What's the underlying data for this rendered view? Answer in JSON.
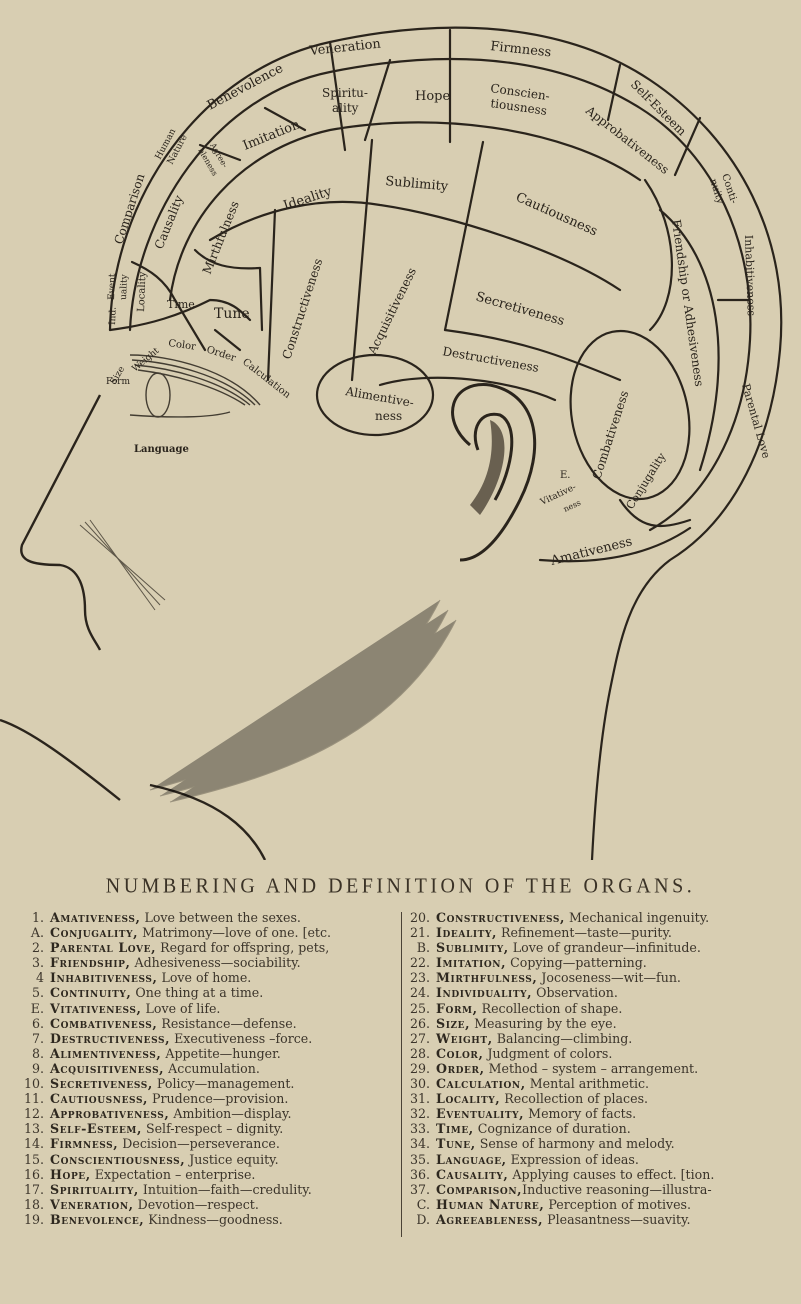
{
  "diagram": {
    "organs_on_head": [
      {
        "id": "veneration",
        "label": "Veneration"
      },
      {
        "id": "firmness",
        "label": "Firmness"
      },
      {
        "id": "benevolence",
        "label": "Benevolence"
      },
      {
        "id": "spirituality",
        "label_line1": "Spiritu-",
        "label_line2": "ality"
      },
      {
        "id": "hope",
        "label": "Hope"
      },
      {
        "id": "conscientiousness",
        "label_line1": "Conscien-",
        "label_line2": "tiousness"
      },
      {
        "id": "self_esteem",
        "label": "Self-Esteem"
      },
      {
        "id": "approbativeness",
        "label": "Approbativeness"
      },
      {
        "id": "continuity",
        "label_line1": "Conti-",
        "label_line2": "nuity"
      },
      {
        "id": "inhabitiveness",
        "label": "Inhabitiveness"
      },
      {
        "id": "human_nature",
        "label_line1": "Human",
        "label_line2": "Nature"
      },
      {
        "id": "agreeableness",
        "label_line1": "Agree-",
        "label_line2": "bleness"
      },
      {
        "id": "imitation",
        "label": "Imitation"
      },
      {
        "id": "comparison",
        "label": "Comparison"
      },
      {
        "id": "causality",
        "label": "Causality"
      },
      {
        "id": "mirthfulness",
        "label": "Mirthfulness"
      },
      {
        "id": "ideality",
        "label": "Ideality"
      },
      {
        "id": "sublimity",
        "label": "Sublimity"
      },
      {
        "id": "cautiousness",
        "label": "Cautiousness"
      },
      {
        "id": "eventuality",
        "label_line1": "Event",
        "label_line2": "uality"
      },
      {
        "id": "individuality",
        "label": "Ind."
      },
      {
        "id": "locality",
        "label": "Locality"
      },
      {
        "id": "time",
        "label": "Time"
      },
      {
        "id": "tune",
        "label": "Tune"
      },
      {
        "id": "constructiveness",
        "label": "Constructiveness"
      },
      {
        "id": "acquisitiveness",
        "label": "Acquisitiveness"
      },
      {
        "id": "secretiveness",
        "label": "Secretiveness"
      },
      {
        "id": "friendship",
        "label": "Friendship or Adhesiveness"
      },
      {
        "id": "size",
        "label": "Size"
      },
      {
        "id": "weight",
        "label": "Weight"
      },
      {
        "id": "color",
        "label": "Color"
      },
      {
        "id": "order",
        "label": "Order"
      },
      {
        "id": "calculation",
        "label": "Calculation"
      },
      {
        "id": "form",
        "label": "Form"
      },
      {
        "id": "destructiveness",
        "label": "Destructiveness"
      },
      {
        "id": "alimentiveness",
        "label_line1": "Alimentive-",
        "label_line2": "ness"
      },
      {
        "id": "combativeness",
        "label": "Combativeness"
      },
      {
        "id": "parental_love",
        "label": "Parental Love"
      },
      {
        "id": "conjugality",
        "label": "Conjugality"
      },
      {
        "id": "vitativeness_letter",
        "label": "E."
      },
      {
        "id": "vitativeness",
        "label_line1": "Vitative-",
        "label_line2": "ness"
      },
      {
        "id": "amativeness",
        "label": "Amativeness"
      },
      {
        "id": "language",
        "label": "Language"
      }
    ]
  },
  "heading": "NUMBERING AND DEFINITION OF THE ORGANS.",
  "legend": {
    "left": [
      {
        "num": "1.",
        "term": "Amativeness,",
        "def": " Love between the sexes."
      },
      {
        "num": "A.",
        "term": "Conjugality,",
        "def": " Matrimony—love of one.  [etc."
      },
      {
        "num": "2.",
        "term": "Parental Love,",
        "def": " Regard for offspring, pets,"
      },
      {
        "num": "3.",
        "term": "Friendship,",
        "def": " Adhesiveness—sociability."
      },
      {
        "num": "4",
        "term": "Inhabitiveness,",
        "def": " Love of home."
      },
      {
        "num": "5.",
        "term": "Continuity,",
        "def": " One thing at a time."
      },
      {
        "num": "E.",
        "term": "Vitativeness,",
        "def": " Love of life."
      },
      {
        "num": "6.",
        "term": "Combativeness,",
        "def": " Resistance—defense."
      },
      {
        "num": "7.",
        "term": "Destructiveness,",
        "def": " Executiveness –force."
      },
      {
        "num": "8.",
        "term": "Alimentiveness,",
        "def": " Appetite—hunger."
      },
      {
        "num": "9.",
        "term": "Acquisitiveness,",
        "def": " Accumulation."
      },
      {
        "num": "10.",
        "term": "Secretiveness,",
        "def": " Policy—management."
      },
      {
        "num": "11.",
        "term": "Cautiousness,",
        "def": " Prudence—provision."
      },
      {
        "num": "12.",
        "term": "Approbativeness,",
        "def": " Ambition—display."
      },
      {
        "num": "13.",
        "term": "Self-Esteem,",
        "def": " Self-respect – dignity."
      },
      {
        "num": "14.",
        "term": "Firmness,",
        "def": " Decision—perseverance."
      },
      {
        "num": "15.",
        "term": "Conscientiousness,",
        "def": " Justice  equity."
      },
      {
        "num": "16.",
        "term": "Hope,",
        "def": " Expectation – enterprise."
      },
      {
        "num": "17.",
        "term": "Spirituality,",
        "def": " Intuition—faith—credulity."
      },
      {
        "num": "18.",
        "term": "Veneration,",
        "def": " Devotion—respect."
      },
      {
        "num": "19.",
        "term": "Benevolence,",
        "def": " Kindness—goodness."
      }
    ],
    "right": [
      {
        "num": "20.",
        "term": "Constructiveness,",
        "def": " Mechanical ingenuity."
      },
      {
        "num": "21.",
        "term": "Ideality,",
        "def": " Refinement—taste—purity."
      },
      {
        "num": "B.",
        "term": "Sublimity,",
        "def": " Love of grandeur—infinitude."
      },
      {
        "num": "22.",
        "term": "Imitation,",
        "def": " Copying—patterning."
      },
      {
        "num": "23.",
        "term": "Mirthfulness,",
        "def": " Jocoseness—wit—fun."
      },
      {
        "num": "24.",
        "term": "Individuality,",
        "def": " Observation."
      },
      {
        "num": "25.",
        "term": "Form,",
        "def": " Recollection of shape."
      },
      {
        "num": "26.",
        "term": "Size,",
        "def": " Measuring by the eye."
      },
      {
        "num": "27.",
        "term": "Weight,",
        "def": " Balancing—climbing."
      },
      {
        "num": "28.",
        "term": "Color,",
        "def": " Judgment of colors."
      },
      {
        "num": "29.",
        "term": "Order,",
        "def": " Method – system – arrangement."
      },
      {
        "num": "30.",
        "term": "Calculation,",
        "def": " Mental arithmetic."
      },
      {
        "num": "31.",
        "term": "Locality,",
        "def": " Recollection of places."
      },
      {
        "num": "32.",
        "term": "Eventuality,",
        "def": " Memory of facts."
      },
      {
        "num": "33.",
        "term": "Time,",
        "def": " Cognizance of duration."
      },
      {
        "num": "34.",
        "term": "Tune,",
        "def": " Sense of harmony and melody."
      },
      {
        "num": "35.",
        "term": "Language,",
        "def": " Expression of ideas."
      },
      {
        "num": "36.",
        "term": "Causality,",
        "def": " Applying causes to effect. [tion."
      },
      {
        "num": "37.",
        "term": "Comparison,",
        "def": "Inductive reasoning—illustra-"
      },
      {
        "num": "C.",
        "term": "Human Nature,",
        "def": " Perception of motives."
      },
      {
        "num": "D.",
        "term": "Agreeableness,",
        "def": " Pleasantness—suavity."
      }
    ]
  },
  "colors": {
    "paper": "#d8ceb2",
    "ink": "#2a241c"
  }
}
